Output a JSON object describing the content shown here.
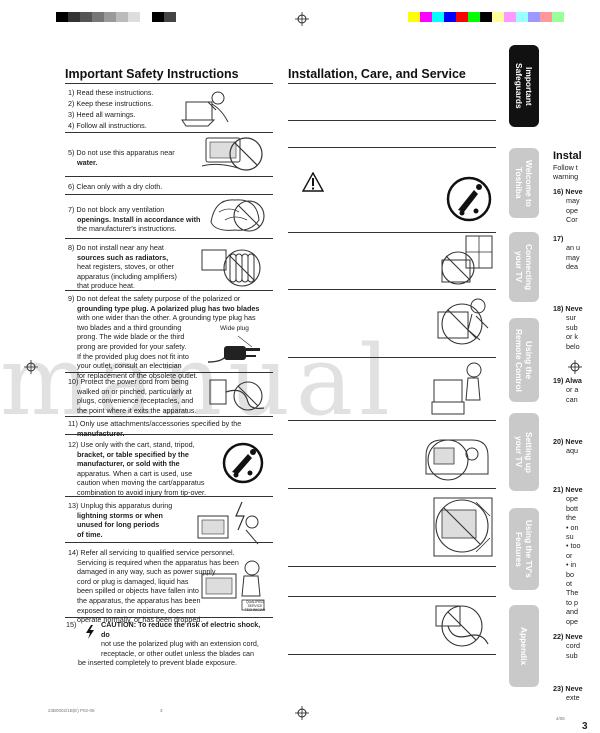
{
  "colors": {
    "tab_active": "#111111",
    "tab_inactive": "#c9c9c9",
    "color_bar": [
      "#ffff00",
      "#ff00ff",
      "#00ffff",
      "#0000ff",
      "#ff0000",
      "#00ff00",
      "#000000",
      "#ffff99",
      "#ff99ff",
      "#99ffff",
      "#9999ff",
      "#ff9999",
      "#99ff99"
    ],
    "gray_bar": [
      "#000000",
      "#333333",
      "#555555",
      "#777777",
      "#999999",
      "#bbbbbb",
      "#dddddd",
      "#ffffff",
      "#000000",
      "#444444"
    ]
  },
  "left": {
    "title": "Important Safety Instructions",
    "items": [
      {
        "lines": [
          "1) Read these instructions.",
          "2) Keep these instructions.",
          "3) Heed all warnings.",
          "4) Follow all instructions."
        ]
      },
      {
        "lines": [
          "5) Do not use this apparatus near",
          "water."
        ]
      },
      {
        "lines": [
          "6) Clean only with a dry cloth."
        ]
      },
      {
        "lines": [
          "7) Do not block any ventilation",
          "openings. Install in accordance with",
          "the manufacturer's instructions."
        ]
      },
      {
        "lines": [
          "8) Do not install near any heat",
          "sources such as radiators,",
          "heat registers, stoves, or other",
          "apparatus (including amplifiers)",
          "that produce heat."
        ]
      },
      {
        "lines": [
          "9) Do not defeat the safety purpose of the polarized or",
          "grounding type plug. A polarized plug has two blades",
          "with one wider than the other. A grounding type plug has",
          "two blades and a third grounding",
          "prong. The wide blade or the third",
          "prong are provided for your safety.",
          "If the provided plug does not fit into",
          "your outlet, consult an electrician",
          "for replacement of the obsolete outlet."
        ]
      },
      {
        "lines": [
          "10) Protect the power cord from being",
          "walked on or pinched, particularly at",
          "plugs, convenience receptacles, and",
          "the point where it exits the apparatus."
        ]
      },
      {
        "lines": [
          "11) Only use attachments/accessories specified by the",
          "manufacturer."
        ]
      },
      {
        "lines": [
          "12) Use only with the cart, stand, tripod,",
          "bracket, or table specified by the",
          "manufacturer, or sold with the",
          "apparatus. When a cart is used, use",
          "caution when moving the cart/apparatus",
          "combination to avoid injury from tip-over."
        ]
      },
      {
        "lines": [
          "13) Unplug this apparatus during",
          "lightning storms or when",
          "unused for long periods",
          "of time."
        ]
      },
      {
        "lines": [
          "14) Refer all servicing to qualified service personnel.",
          "Servicing is required when the apparatus has been",
          "damaged in any way, such as power supply",
          "cord or plug is damaged, liquid has",
          "been spilled or objects have fallen into",
          "the apparatus, the apparatus has been",
          "exposed to rain or moisture, does not",
          "operate normally, or has been dropped."
        ]
      },
      {
        "lines": [
          "15)",
          "CAUTION: To reduce the risk of electric shock, do",
          "not use the polarized plug with an extension cord,",
          "receptacle, or other outlet unless the blades can",
          "be inserted completely to prevent blade exposure."
        ]
      }
    ],
    "wide_plug_label": "Wide plug",
    "service_label": "QUALIFIED SERVICE TECHNICIAN"
  },
  "middle": {
    "title": "Installation, Care, and Service"
  },
  "right": {
    "title": "Instal",
    "intro": [
      "Follow t",
      "warning"
    ],
    "items": [
      {
        "lines": [
          "16) Neve",
          "may",
          "ope",
          "Cor"
        ]
      },
      {
        "lines": [
          "17)",
          "an u",
          "may",
          "dea"
        ]
      },
      {
        "lines": [
          "18) Neve",
          "sur",
          "sub",
          "or k",
          "belo"
        ]
      },
      {
        "lines": [
          "19) Alwa",
          "or a",
          "can"
        ]
      },
      {
        "lines": [
          "20) Neve",
          "aqu"
        ]
      },
      {
        "lines": [
          "21) Neve",
          "ope",
          "bott",
          "the",
          "• on",
          "su",
          "• too",
          "or",
          "• in",
          "bo",
          "ot",
          "The",
          "to p",
          "and",
          "ope"
        ]
      },
      {
        "lines": [
          "22) Neve",
          "cord",
          "sub"
        ]
      },
      {
        "lines": [
          "23) Neve",
          "exte"
        ]
      }
    ]
  },
  "tabs": [
    {
      "label": "Important\nSafeguards",
      "active": true
    },
    {
      "label": "Welcome to\nToshiba",
      "active": false
    },
    {
      "label": "Connecting\nyour TV",
      "active": false
    },
    {
      "label": "Using the\nRemote Control",
      "active": false
    },
    {
      "label": "Setting up\nyour TV",
      "active": false
    },
    {
      "label": "Using the TV's\nFeatures",
      "active": false
    },
    {
      "label": "Appendix",
      "active": false
    }
  ],
  "watermark": "manual",
  "footer": {
    "left": "23B0002/1B(E) P02-06",
    "center": "3",
    "right": "4/06"
  },
  "page_number": "3"
}
